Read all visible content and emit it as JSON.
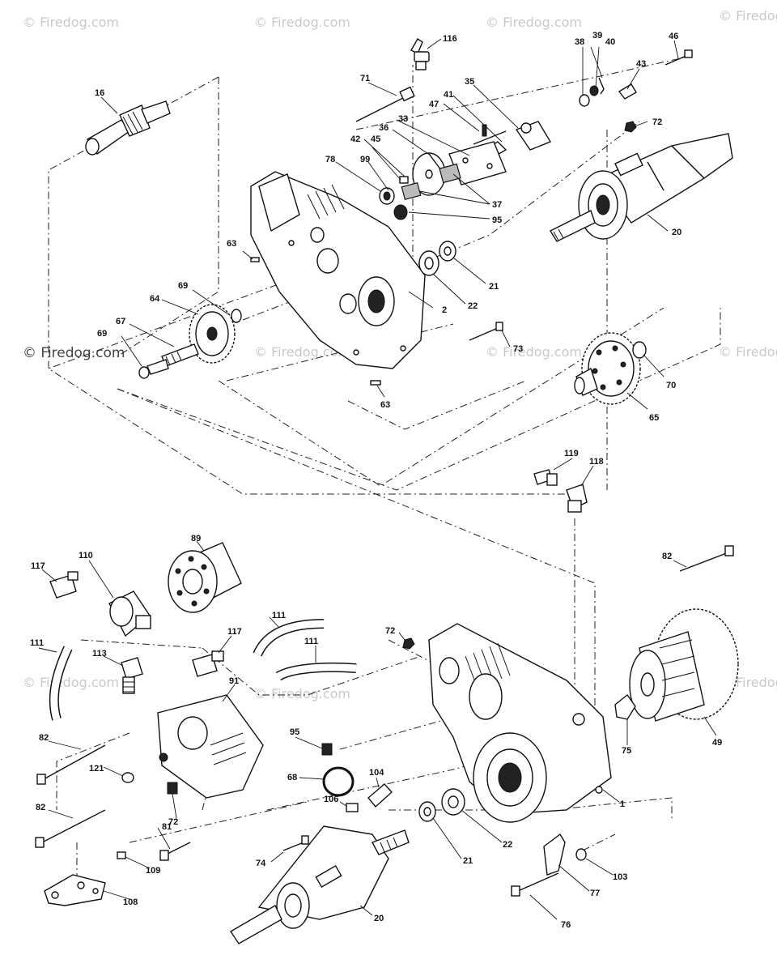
{
  "watermarks": [
    "© Firedog.com",
    "© Firedog.com",
    "© Firedog.com",
    "© Firedog.com",
    "© Firedog.com",
    "© Firedog.com",
    "© Firedog.com",
    "© Firedog.com",
    "© Firedog.com",
    "© Firedog.com",
    "© Firedog.com"
  ],
  "callouts": [
    "116",
    "38",
    "39",
    "40",
    "46",
    "16",
    "71",
    "43",
    "72",
    "35",
    "47",
    "41",
    "33",
    "36",
    "42",
    "45",
    "78",
    "99",
    "37",
    "95",
    "20",
    "63",
    "21",
    "22",
    "2",
    "69",
    "64",
    "67",
    "69",
    "73",
    "70",
    "65",
    "63",
    "119",
    "118",
    "89",
    "82",
    "117",
    "110",
    "111",
    "117",
    "111",
    "111",
    "113",
    "72",
    "91",
    "95",
    "75",
    "49",
    "82",
    "121",
    "68",
    "104",
    "106",
    "1",
    "82",
    "72",
    "81",
    "22",
    "21",
    "74",
    "109",
    "103",
    "77",
    "108",
    "20",
    "76"
  ],
  "parts": [
    "fitting",
    "shaft-gear",
    "bolt",
    "washer",
    "housing-half",
    "axle-assembly",
    "gear",
    "plate",
    "filter",
    "valve",
    "hose",
    "housing-full",
    "drum-gear",
    "bracket",
    "pump"
  ]
}
